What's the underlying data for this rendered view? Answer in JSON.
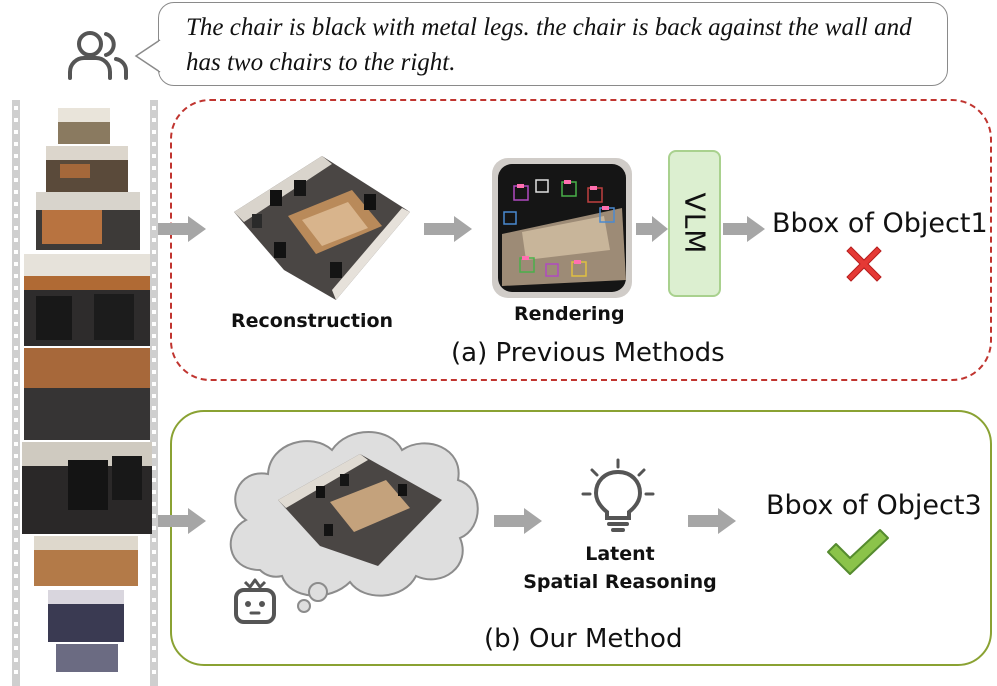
{
  "query": {
    "text": "The chair is black with metal legs. the chair is back against the wall and has two chairs to the right.",
    "icon": "users-icon"
  },
  "previous": {
    "caption": "(a) Previous Methods",
    "reconstruction_label": "Reconstruction",
    "rendering_label": "Rendering",
    "vlm_label": "VLM",
    "result": "Bbox of Object1",
    "result_mark": "cross-icon",
    "frame_color": "#c0342f"
  },
  "ours": {
    "caption": "(b) Our Method",
    "reasoning_line1": "Latent",
    "reasoning_line2": "Spatial Reasoning",
    "result": "Bbox of Object3",
    "result_mark": "check-icon",
    "frame_color": "#8aa233"
  },
  "colors": {
    "arrow": "#a6a6a6",
    "vlm_fill": "#dcefd0",
    "check": "#7cb342",
    "cross": "#e53935"
  }
}
